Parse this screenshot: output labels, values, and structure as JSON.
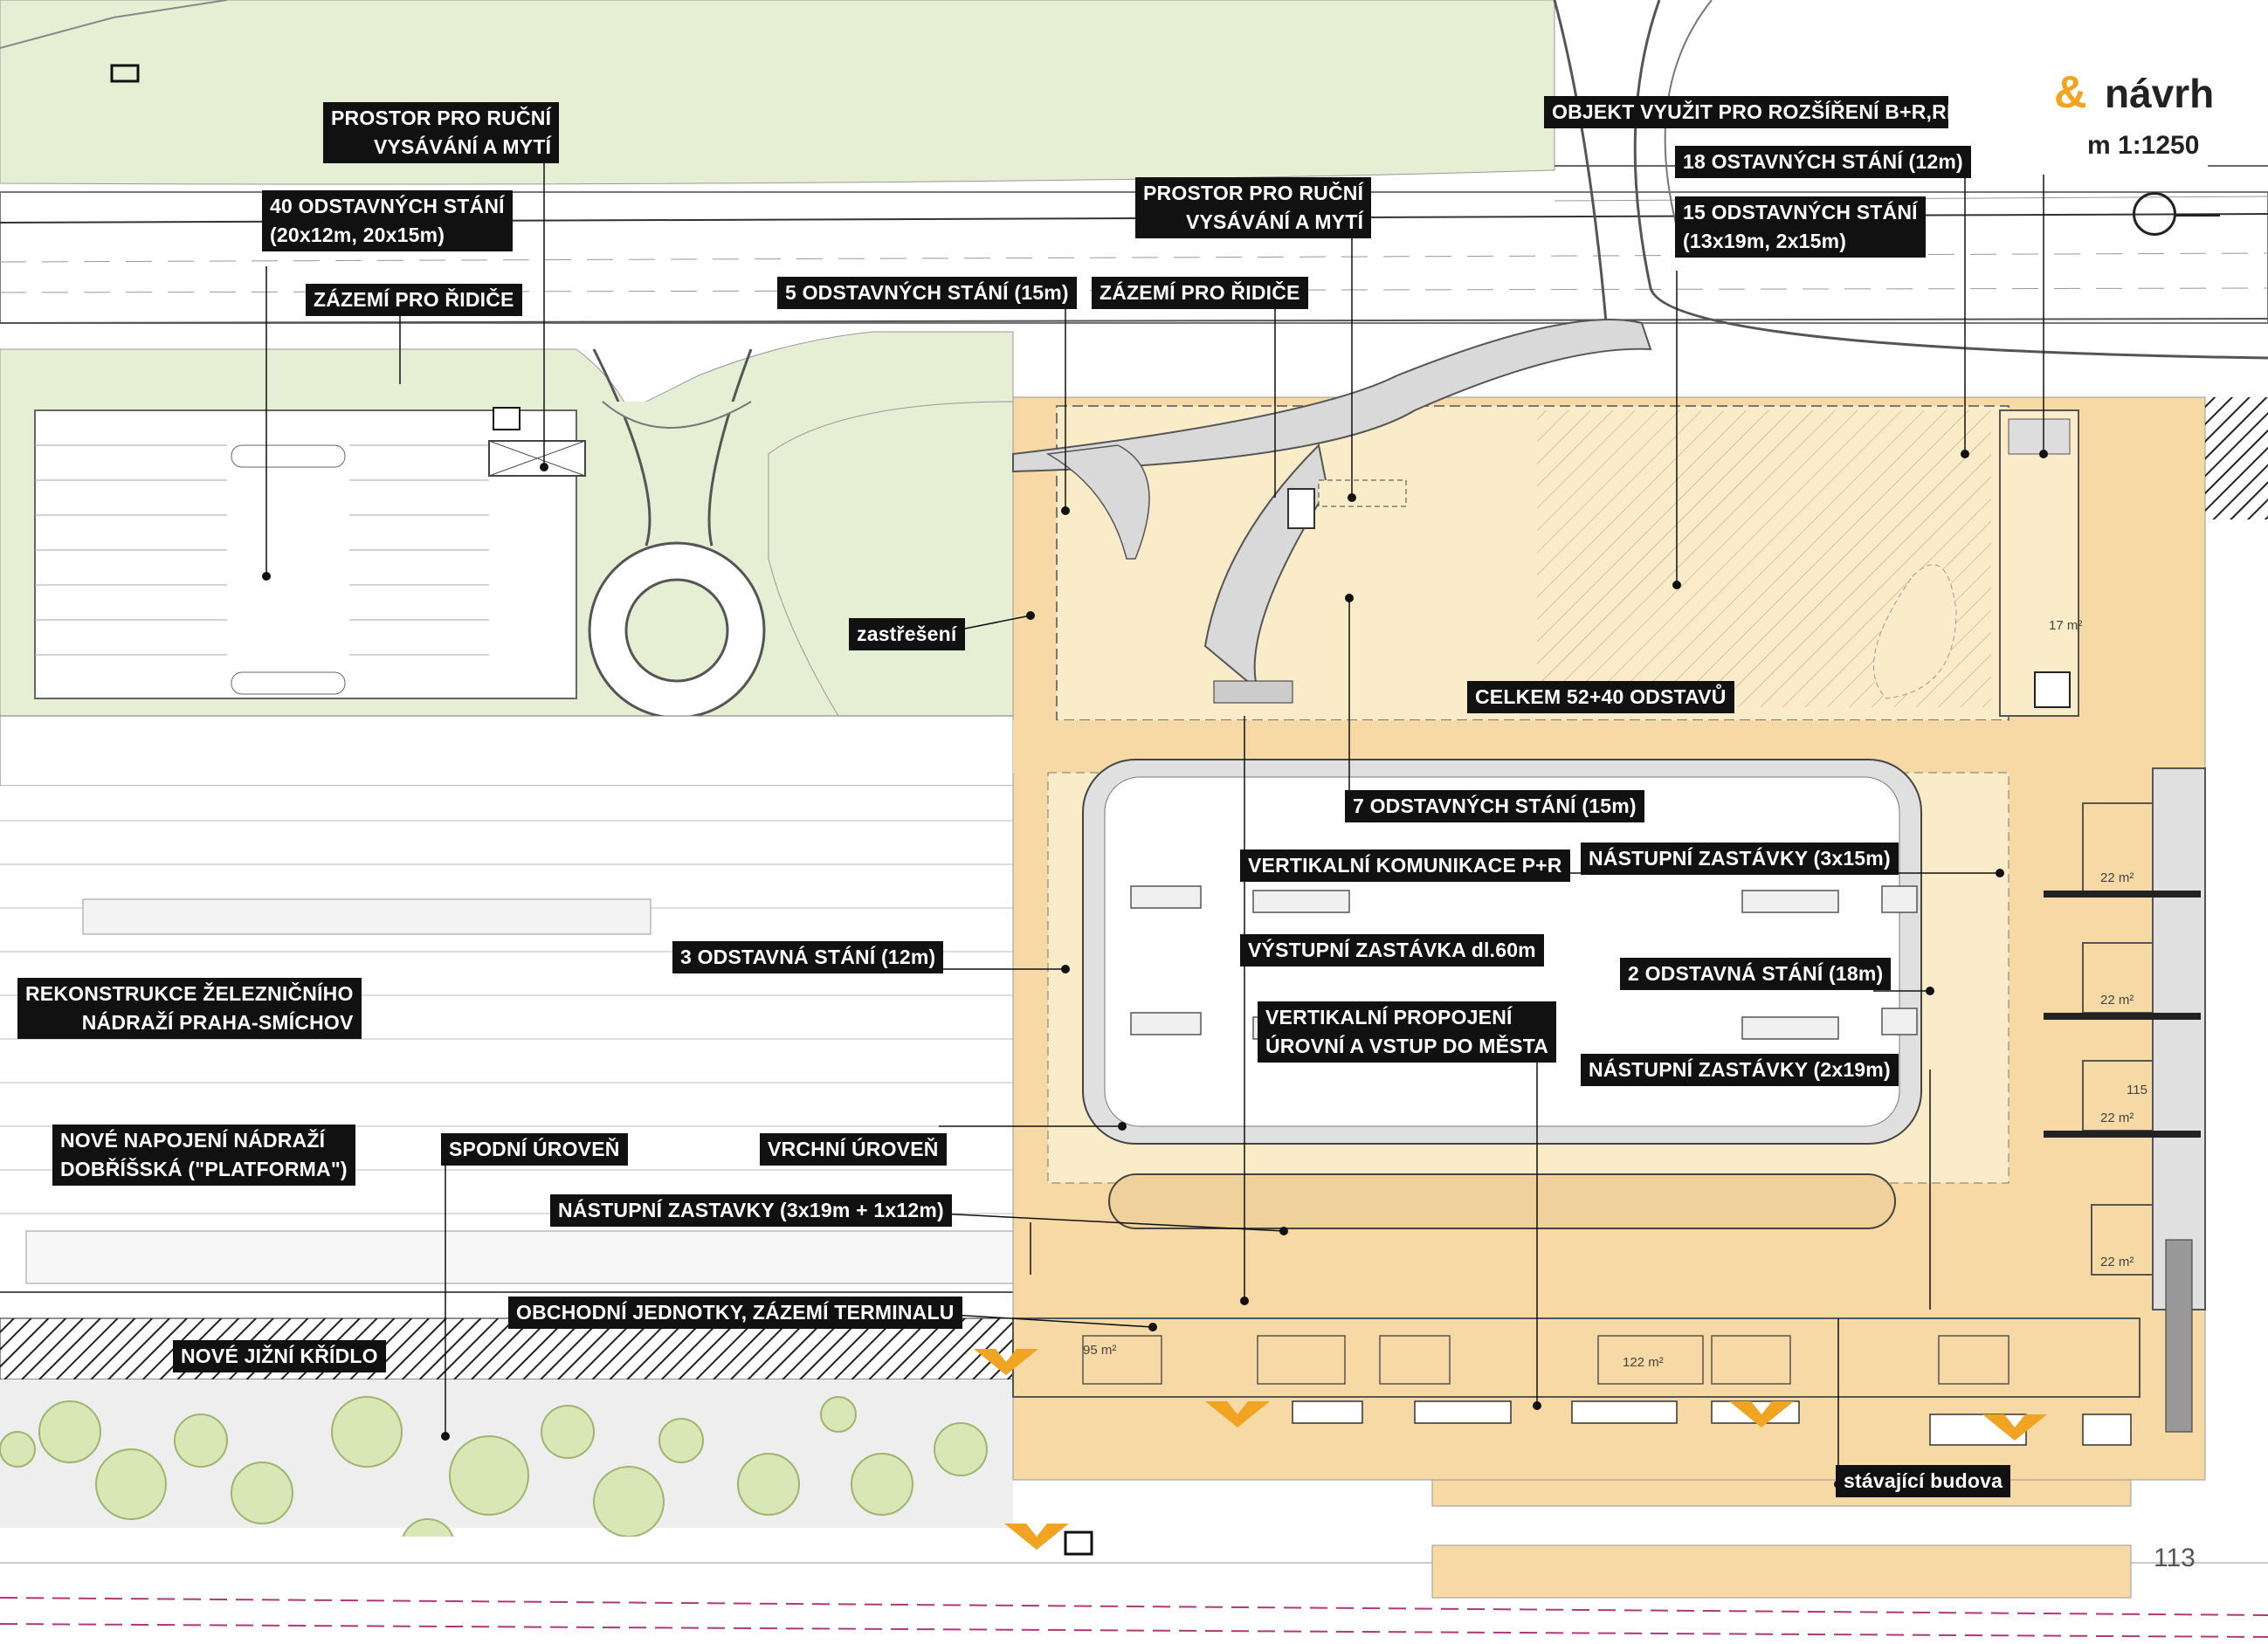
{
  "header": {
    "title_amp": "&",
    "title_word": "návrh",
    "scale": "m 1:1250",
    "page_number": "113"
  },
  "icons": {
    "north_arrow": "north-arrow-icon",
    "metro_logo": "metro-m-logo-icon"
  },
  "colors": {
    "terminal_fill": "#f6d9a4",
    "terminal_light": "#fbecc9",
    "label_bg": "#111111",
    "accent": "#f0a422",
    "green_area": "#e6eed4",
    "road": "#ffffff",
    "rail_platform": "#f3f3f3"
  },
  "labels": {
    "prostor_rucni_1": [
      "PROSTOR PRO RUČNÍ",
      "VYSÁVÁNÍ A MYTÍ"
    ],
    "odstavnych_40": [
      "40 ODSTAVNÝCH STÁNÍ",
      "(20x12m, 20x15m)"
    ],
    "zazemi_ridice_1": "ZÁZEMÍ PRO ŘIDIČE",
    "objekt_vyuzit": "OBJEKT VYUŽIT PRO ROZŠÍŘENÍ B+R,RET",
    "stani_18": "18 OSTAVNÝCH STÁNÍ (12m)",
    "prostor_rucni_2": [
      "PROSTOR PRO RUČNÍ",
      "VYSÁVÁNÍ A MYTÍ"
    ],
    "stani_15": [
      "15 ODSTAVNÝCH STÁNÍ",
      "(13x19m, 2x15m)"
    ],
    "stani_5": "5 ODSTAVNÝCH STÁNÍ (15m)",
    "zazemi_ridice_2": "ZÁZEMÍ PRO ŘIDIČE",
    "zastreseni": "zastřešení",
    "celkem": "CELKEM 52+40 ODSTAVŮ",
    "stani_7": "7 ODSTAVNÝCH STÁNÍ (15m)",
    "vertikalni_komunikace": "VERTIKALNÍ KOMUNIKACE P+R",
    "nastupni_3x15": "NÁSTUPNÍ ZASTÁVKY (3x15m)",
    "odstavna_3": "3 ODSTAVNÁ STÁNÍ (12m)",
    "vystupni": "VÝSTUPNÍ ZASTÁVKA dl.60m",
    "odstavna_2": "2 ODSTAVNÁ STÁNÍ (18m)",
    "rekonstrukce": [
      "REKONSTRUKCE ŽELEZNIČNÍHO",
      "NÁDRAŽÍ PRAHA-SMÍCHOV"
    ],
    "vertikalni_propojeni": [
      "VERTIKALNÍ PROPOJENÍ",
      "ÚROVNÍ A VSTUP DO MĚSTA"
    ],
    "nastupni_2x19": "NÁSTUPNÍ ZASTÁVKY (2x19m)",
    "nove_napojeni": [
      "NOVÉ NAPOJENÍ NÁDRAŽÍ",
      "DOBŘÍŠSKÁ (\"PLATFORMA\")"
    ],
    "spodni": "SPODNÍ ÚROVEŇ",
    "vrchni": "VRCHNÍ ÚROVEŇ",
    "nastupni_3x19": "NÁSTUPNÍ ZASTAVKY (3x19m + 1x12m)",
    "obchodni": "OBCHODNÍ JEDNOTKY, ZÁZEMÍ TERMINALU",
    "nove_jizni": "NOVÉ JIŽNÍ KŘÍDLO",
    "stavajici": "stávající budova"
  },
  "area_tags": {
    "a_17": "17 m²",
    "a_22a": "22 m²",
    "a_22b": "22 m²",
    "a_22c": "22 m²",
    "a_22d": "22 m²",
    "a_122": "122 m²",
    "a_115": "115",
    "a_95": "95 m²"
  }
}
